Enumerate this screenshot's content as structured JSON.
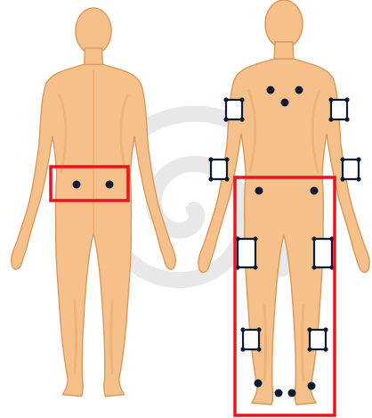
{
  "colors": {
    "skin": "#F6C08A",
    "skin_shade": "#E8A866",
    "skin_highlight": "#FBD6AA",
    "outline": "#D9975A",
    "marker": "#0E1A33",
    "highlight_box": "#E8141E",
    "watermark": "#E2E2E2"
  },
  "figures": [
    {
      "view": "back",
      "marker_sites": [
        "lower-back-left",
        "lower-back-right"
      ]
    },
    {
      "view": "front",
      "marker_sites": [
        "clavicle-left",
        "clavicle-right",
        "sternum",
        "upper-arm-left",
        "upper-arm-right",
        "forearm-left",
        "forearm-right",
        "hip-left",
        "hip-right",
        "thigh-left",
        "thigh-right",
        "shin-left",
        "shin-right",
        "ankle-left-inner",
        "ankle-left-outer",
        "ankle-right-inner",
        "ankle-right-outer"
      ]
    }
  ],
  "highlight_regions": [
    "lower-back",
    "legs"
  ],
  "watermark_icon": "spiral-watermark-icon"
}
